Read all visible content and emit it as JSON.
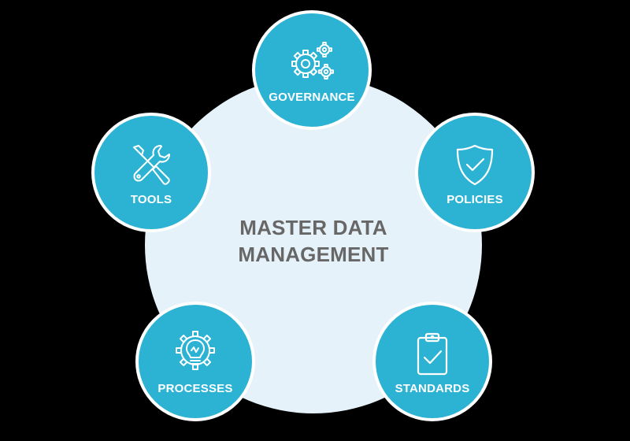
{
  "center": {
    "line1": "MASTER DATA",
    "line2": "MANAGEMENT"
  },
  "nodes": {
    "governance": {
      "label": "GOVERNANCE",
      "icon": "gears-icon"
    },
    "policies": {
      "label": "POLICIES",
      "icon": "shield-check-icon"
    },
    "tools": {
      "label": "TOOLS",
      "icon": "wrench-screwdriver-icon"
    },
    "processes": {
      "label": "PROCESSES",
      "icon": "lightbulb-gear-icon"
    },
    "standards": {
      "label": "STANDARDS",
      "icon": "clipboard-check-icon"
    }
  },
  "colors": {
    "background": "#000000",
    "center_fill": "#e6f2f9",
    "node_fill": "#2cb3d4",
    "node_border": "#ffffff",
    "center_text": "#676767",
    "node_text": "#ffffff"
  }
}
